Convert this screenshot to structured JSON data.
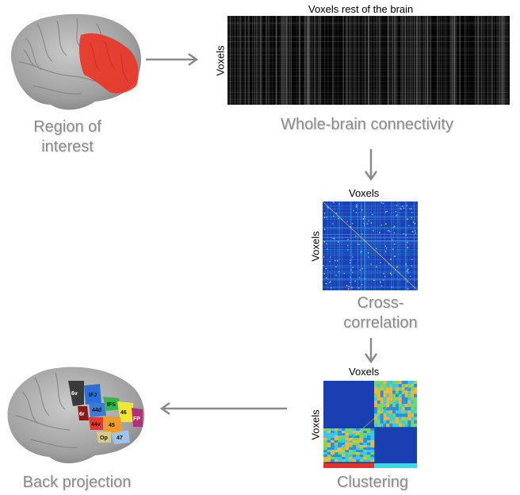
{
  "steps": {
    "roi": {
      "label_line1": "Region of",
      "label_line2": "interest"
    },
    "whole_brain": {
      "label": "Whole-brain connectivity",
      "top_axis": "Voxels rest of the brain",
      "left_axis": "Voxels"
    },
    "cross_correlation": {
      "label_line1": "Cross-",
      "label_line2": "correlation",
      "top_axis": "Voxels",
      "left_axis": "Voxels"
    },
    "clustering": {
      "label": "Clustering",
      "top_axis": "Voxels",
      "left_axis": "Voxels"
    },
    "back_projection": {
      "label": "Back projection"
    }
  },
  "parcellation_labels": [
    "6v",
    "IFJ",
    "6r",
    "44d",
    "IFS",
    "46",
    "44v",
    "45",
    "Op",
    "47",
    "FP"
  ],
  "colors": {
    "roi_highlight": "#e8392a",
    "arrow": "#8a8a8a",
    "label_gray": "#8c8c8c",
    "brain_gray": "#a8a8a8"
  }
}
